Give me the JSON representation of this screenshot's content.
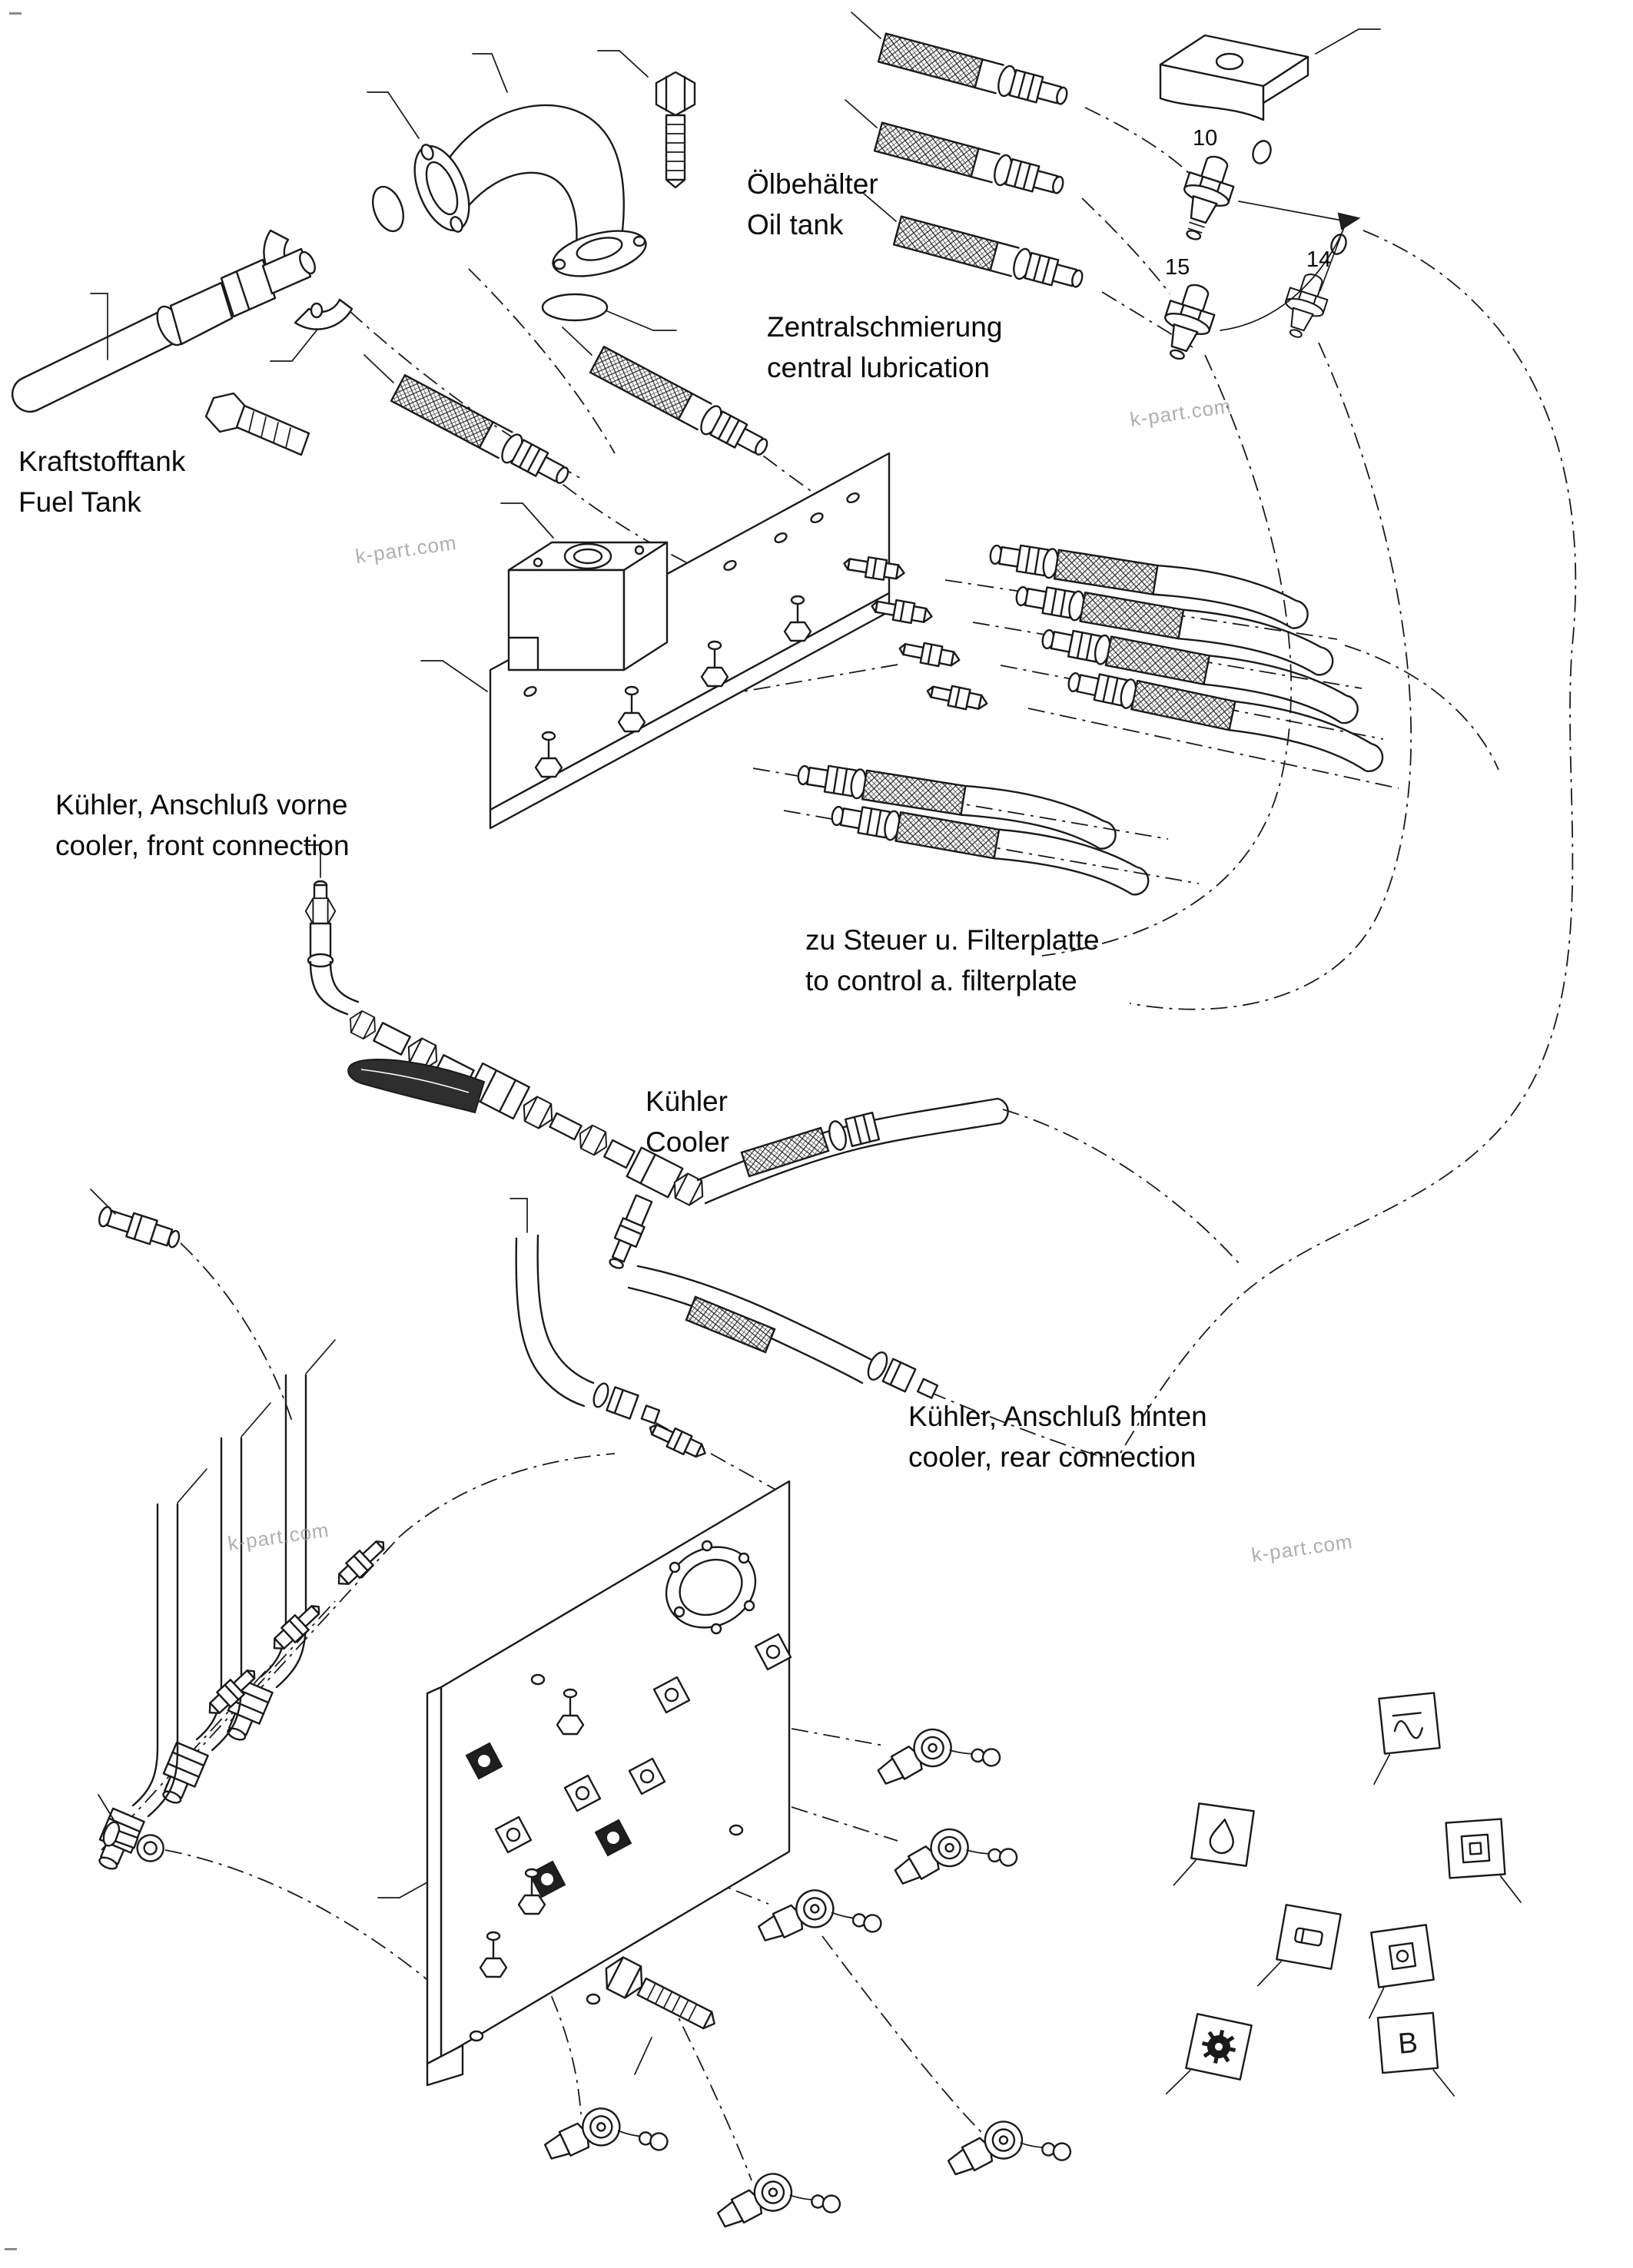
{
  "document": {
    "type": "exploded-parts-diagram",
    "background": "#ffffff",
    "line_color": "#1a1a1a",
    "watermark_color": "#9c9c9c"
  },
  "labels": {
    "oil_tank": {
      "de": "Ölbehälter",
      "en": "Oil tank"
    },
    "central_lubrication": {
      "de": "Zentralschmierung",
      "en": "central lubrication"
    },
    "fuel_tank": {
      "de": "Kraftstofftank",
      "en": "Fuel Tank"
    },
    "cooler_front": {
      "de": "Kühler, Anschluß vorne",
      "en": "cooler, front connection"
    },
    "filter_plate": {
      "de": "zu Steuer u. Filterplatte",
      "en": "to control a. filterplate"
    },
    "cooler": {
      "de": "Kühler",
      "en": "Cooler"
    },
    "cooler_rear": {
      "de": "Kühler, Anschluß hinten",
      "en": "cooler, rear connection"
    }
  },
  "part_numbers": {
    "n10": "10",
    "n15": "15",
    "n14": "14"
  },
  "watermark": {
    "text": "k-part.com"
  },
  "symbol_plates": [
    {
      "icon": "heat-wave-icon"
    },
    {
      "icon": "oil-droplet-icon"
    },
    {
      "icon": "nested-squares-icon"
    },
    {
      "icon": "filter-element-icon"
    },
    {
      "icon": "sight-glass-icon"
    },
    {
      "icon": "gear-icon"
    },
    {
      "icon": "letter-plate-icon",
      "text": "B"
    }
  ]
}
